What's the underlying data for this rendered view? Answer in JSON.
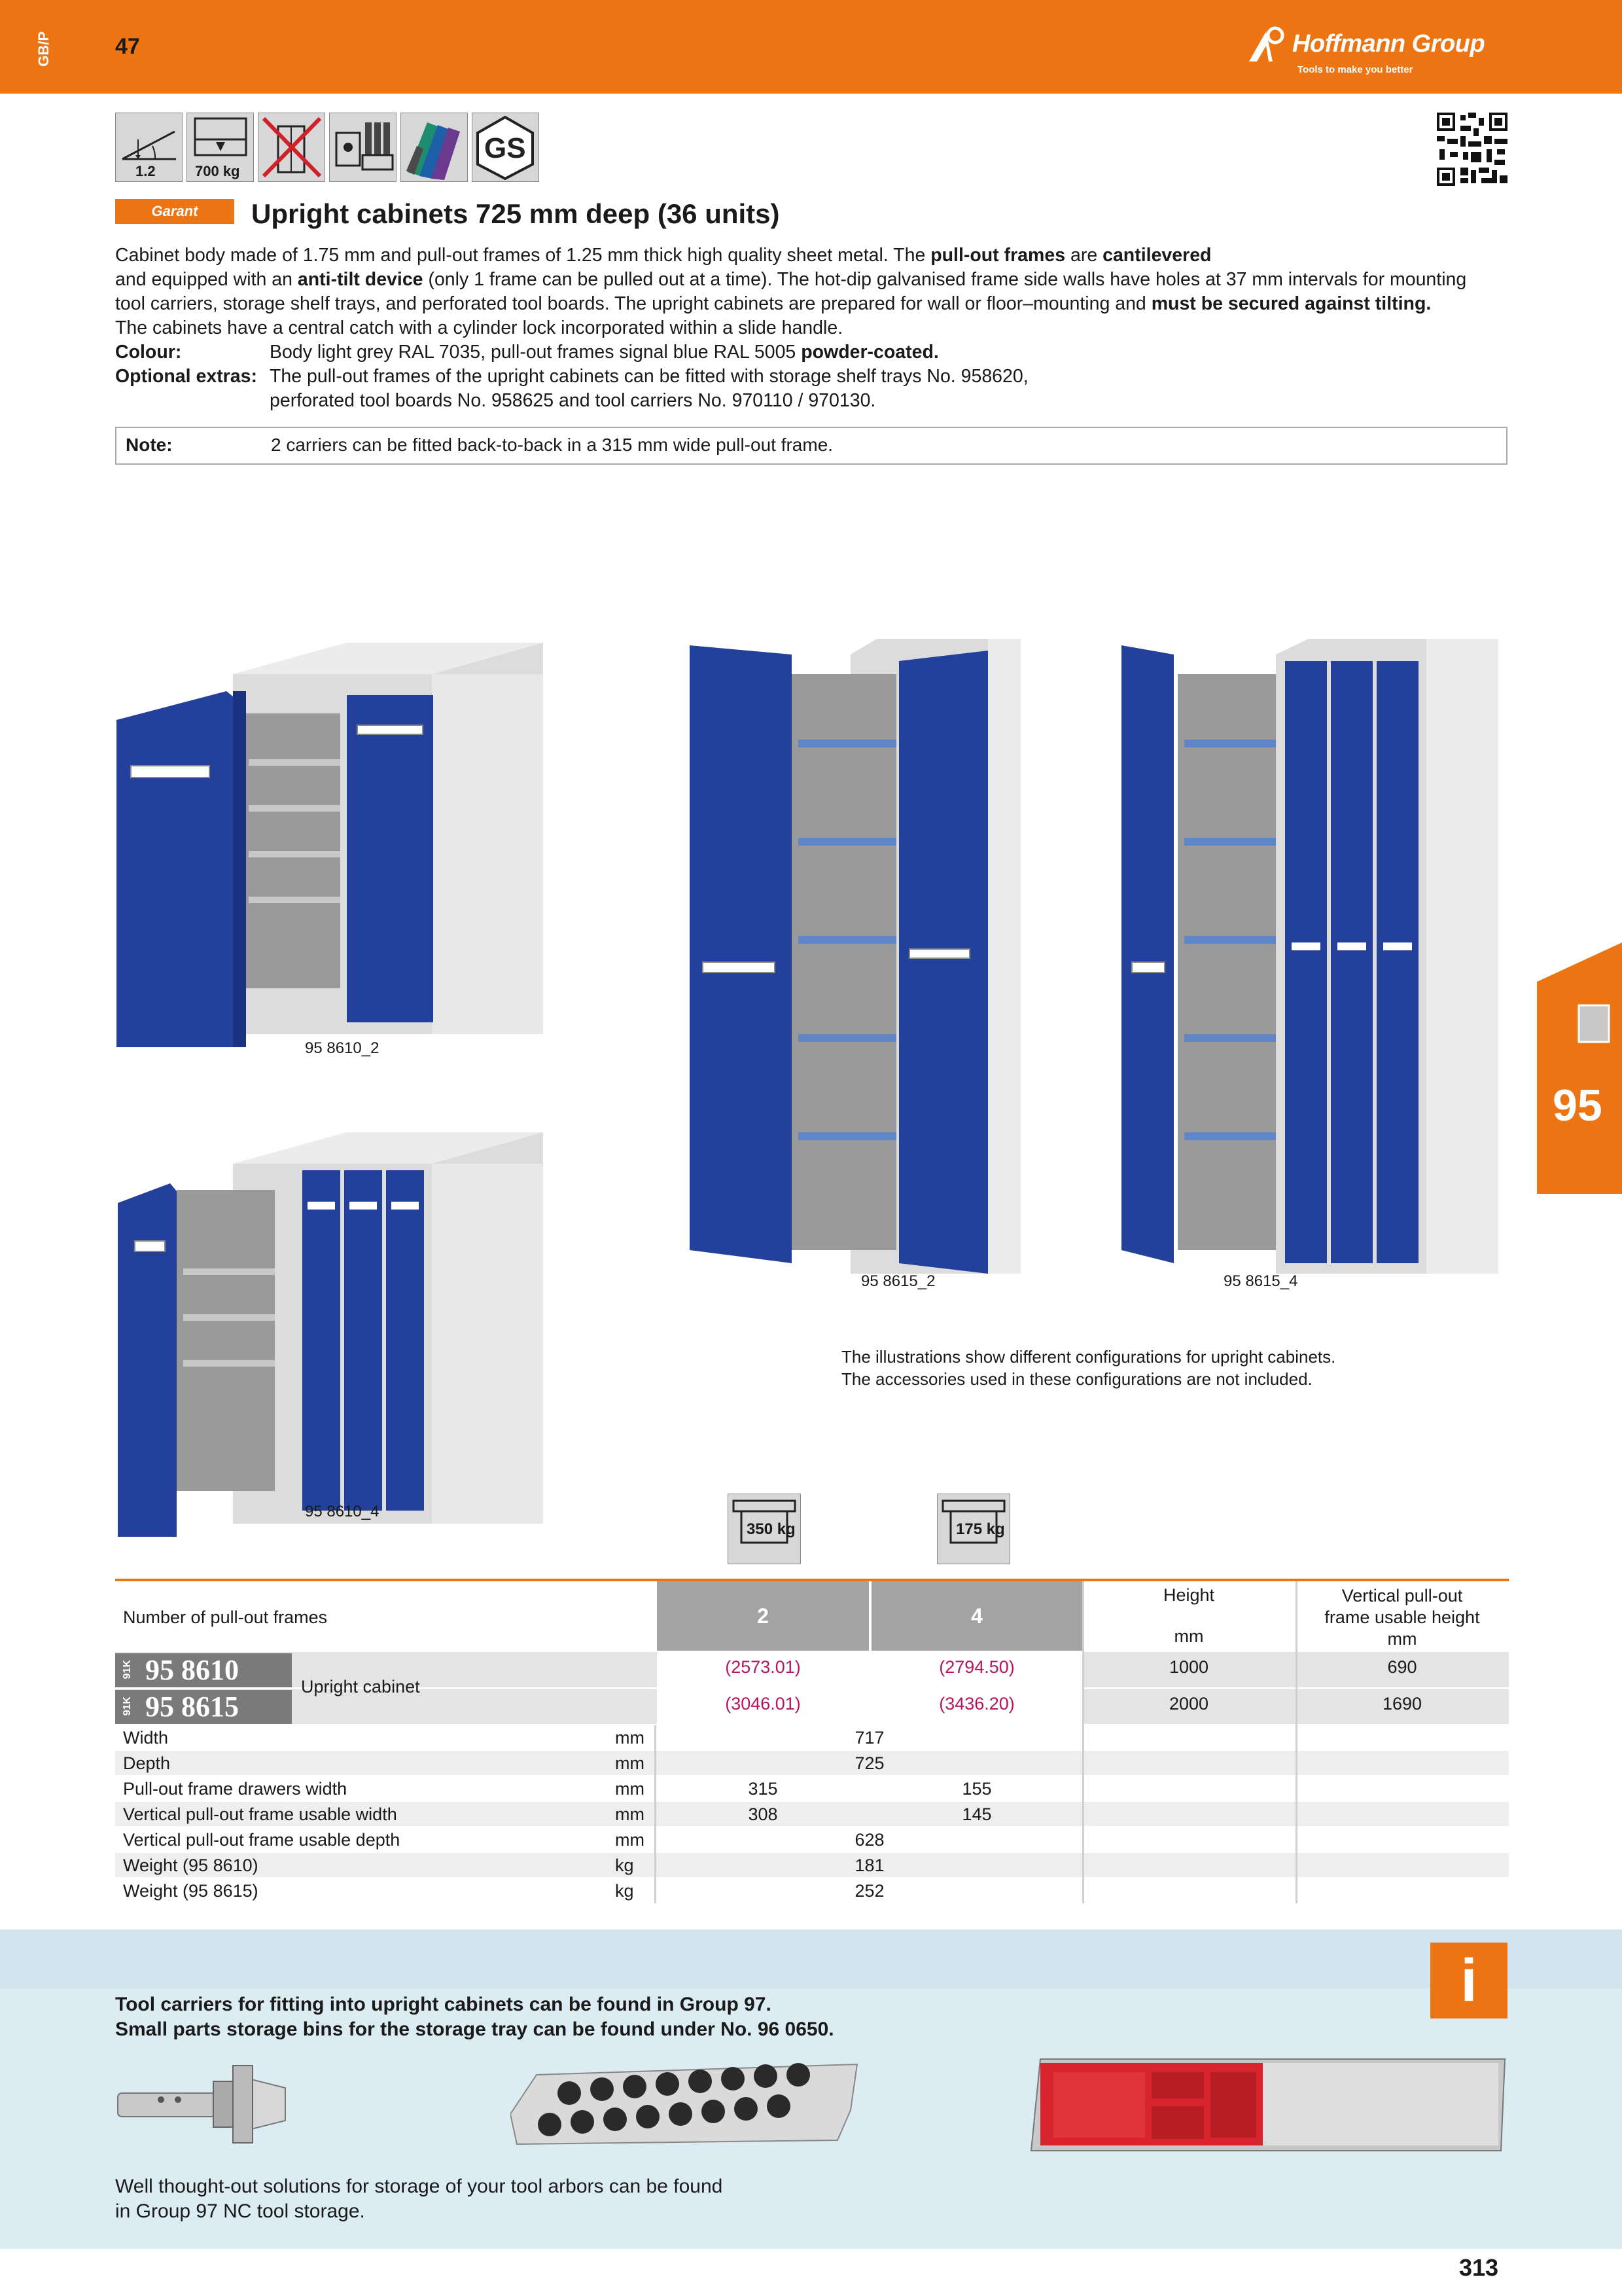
{
  "header": {
    "side_code": "GB/P",
    "group_number": "47",
    "logo_name": "Hoffmann Group",
    "logo_tagline": "Tools to make you better"
  },
  "icons": [
    {
      "name": "tilt-icon",
      "label": "1.2"
    },
    {
      "name": "load-capacity-icon",
      "label": "700 kg"
    },
    {
      "name": "anti-tilt-icon",
      "label": ""
    },
    {
      "name": "lock-icon",
      "label": ""
    },
    {
      "name": "colour-swatch-icon",
      "label": ""
    },
    {
      "name": "gs-certification-icon",
      "label": ""
    }
  ],
  "brand_badge": "Garant",
  "title": "Upright cabinets 725 mm deep (36 units)",
  "description": {
    "line1_pre": "Cabinet body made of 1.75 mm and pull-out frames of 1.25 mm thick high quality sheet metal. The ",
    "line1_b1": "pull-out frames",
    "line1_mid": " are ",
    "line1_b2": "cantilevered",
    "line2_pre": "and equipped with an ",
    "line2_b": "anti-tilt device",
    "line2_post": " (only 1 frame can be pulled out at a time). The hot-dip galvanised frame side walls have holes at 37 mm intervals for mounting",
    "line3_pre": "tool carriers, storage shelf trays, and perforated tool boards. The upright cabinets are prepared for wall or floor–mounting and ",
    "line3_b": "must be secured against tilting.",
    "line4": "The cabinets have a central catch with a cylinder lock incorporated within a slide handle.",
    "colour_label": "Colour:",
    "colour_pre": "Body light grey RAL 7035, pull-out frames signal blue RAL 5005 ",
    "colour_b": "powder-coated.",
    "extras_label": "Optional extras:",
    "extras_line1": "The pull-out frames of the upright cabinets can be fitted with storage shelf trays No. 958620,",
    "extras_line2": "perforated tool boards No. 958625 and tool carriers No. 970110 / 970130.",
    "note_label": "Note:",
    "note_text": "2 carriers can be fitted back-to-back in a 315 mm wide  pull-out frame."
  },
  "images": {
    "cap1": "95 8610_2",
    "cap2": "95 8610_4",
    "cap3": "95 8615_2",
    "cap4": "95 8615_4",
    "illus_line1": "The illustrations show different configurations for upright cabinets.",
    "illus_line2": "The accessories used in these configurations are not included."
  },
  "load_icons": {
    "l1": "350 kg",
    "l2": "175 kg"
  },
  "table": {
    "header_label": "Number of pull-out frames",
    "col1": "2",
    "col2": "4",
    "height_label": "Height",
    "height_unit": "mm",
    "vert_label1": "Vertical pull-out",
    "vert_label2": "frame usable height",
    "vert_unit": "mm",
    "prefix": "91K",
    "product_name": "Upright cabinet",
    "products": [
      {
        "no": "95 8610",
        "p1": "(2573.01)",
        "p2": "(2794.50)",
        "height": "1000",
        "vert": "690"
      },
      {
        "no": "95 8615",
        "p1": "(3046.01)",
        "p2": "(3436.20)",
        "height": "2000",
        "vert": "1690"
      }
    ],
    "rows": [
      {
        "label": "Width",
        "unit": "mm",
        "v1": "717",
        "v2": ""
      },
      {
        "label": "Depth",
        "unit": "mm",
        "v1": "725",
        "v2": ""
      },
      {
        "label": "Pull-out frame drawers width",
        "unit": "mm",
        "v1": "315",
        "v2": "155"
      },
      {
        "label": "Vertical pull-out frame usable width",
        "unit": "mm",
        "v1": "308",
        "v2": "145"
      },
      {
        "label": "Vertical pull-out frame usable depth",
        "unit": "mm",
        "v1": "628",
        "v2": ""
      },
      {
        "label": "Weight (95 8610)",
        "unit": "kg",
        "v1": "181",
        "v2": ""
      },
      {
        "label": "Weight (95 8615)",
        "unit": "kg",
        "v1": "252",
        "v2": ""
      }
    ]
  },
  "info": {
    "icon": "i",
    "line1": "Tool carriers for fitting into upright cabinets can be found in Group 97.",
    "line2": "Small parts storage bins for the storage tray can be found under No. 96 0650.",
    "line3": "Well thought-out solutions for storage of your tool arbors can be found",
    "line4": "in Group 97 NC tool storage."
  },
  "side_tab_number": "95",
  "page_number": "313",
  "colors": {
    "accent": "#ec7413",
    "cabinet_blue": "#23409a",
    "cabinet_grey": "#e6e6e6",
    "price": "#b5165f"
  }
}
